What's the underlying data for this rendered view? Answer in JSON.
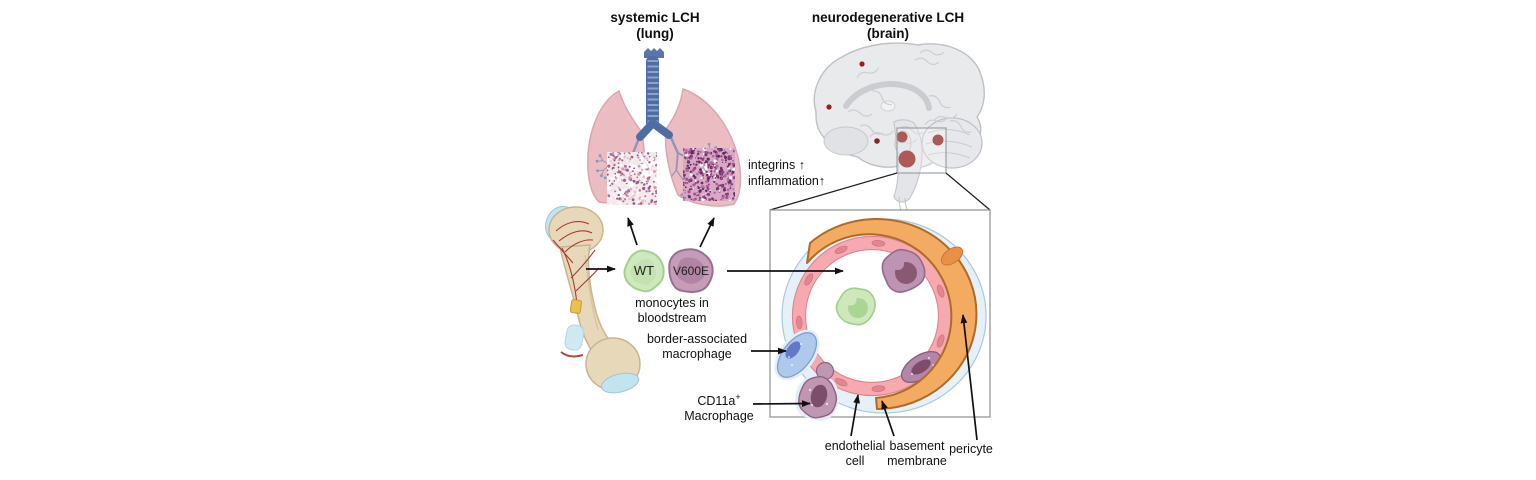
{
  "titles": {
    "systemic": {
      "line1": "systemic LCH",
      "line2": "(lung)"
    },
    "neurodegenerative": {
      "line1": "neurodegenerative LCH",
      "line2": "(brain)"
    }
  },
  "labels": {
    "integrins": "integrins ↑",
    "inflammation": "inflammation↑",
    "monocytes_line1": "monocytes in",
    "monocytes_line2": "bloodstream",
    "bam_line1": "border-associated",
    "bam_line2": "macrophage",
    "cd11a_base": "CD11a",
    "cd11a_sup": "+",
    "cd11a_line2": "Macrophage",
    "endothelial_line1": "endothelial",
    "endothelial_line2": "cell",
    "basement_line1": "basement",
    "basement_line2": "membrane",
    "pericyte": "pericyte"
  },
  "cells": {
    "wt": "WT",
    "v600e": "V600E"
  },
  "illustrations": [
    "bone-illustration",
    "lungs-illustration",
    "lung-histology-wt",
    "lung-histology-v600e",
    "brain-illustration",
    "vessel-cross-section"
  ],
  "colors": {
    "lesion_red": "#8F2321",
    "lung_pink": "#ECBCC3",
    "trachea_blue": "#4F6CA5",
    "brain_grey": "#E9EAEC",
    "bone_tan": "#E7D8BA",
    "wt_green": "#CFE9BE",
    "v600e_purple": "#BA8CAC",
    "endothelium_pink": "#F6A9AE",
    "pericyte_orange": "#F3AA61",
    "bam_blue": "#AFC9EC",
    "macrophage_purple": "#BF97B3",
    "basement_membrane_blue": "#DCEBF5"
  }
}
